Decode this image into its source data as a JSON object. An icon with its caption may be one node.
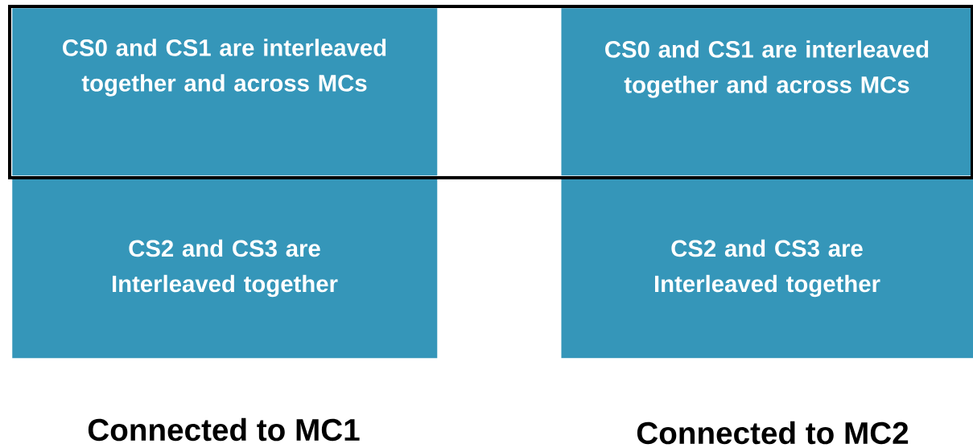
{
  "diagram": {
    "nodes": [
      {
        "text": [],
        "shape": "box"
      },
      {
        "text": [
          "CS0 and CS1 are interleaved together and across MCs"
        ],
        "in": 0
      },
      {
        "text": [
          "CS0 and CS1 are interleaved together and across MCs"
        ],
        "in": 0
      },
      {
        "text": [
          "CS2 and CS3 are Interleaved together"
        ]
      },
      {
        "text": [
          "CS2 and CS3 are Interleaved together"
        ]
      }
    ],
    "labels": [
      "Connected to MC1",
      "Connected to MC2"
    ]
  }
}
